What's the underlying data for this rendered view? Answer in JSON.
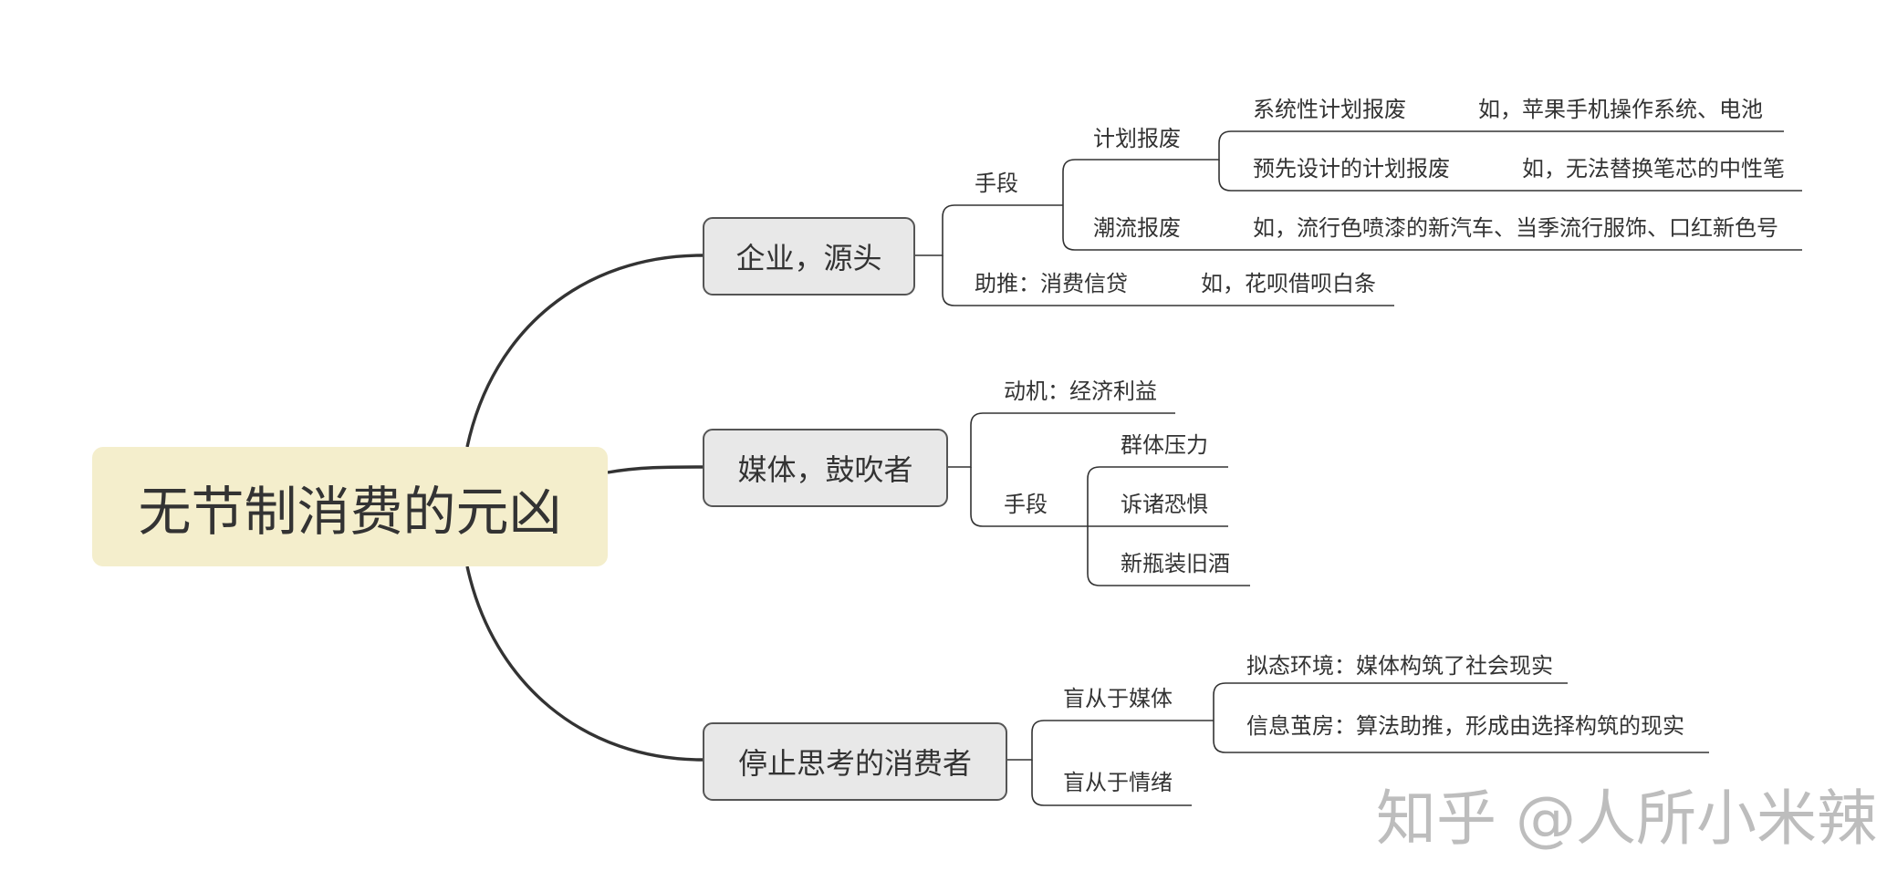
{
  "central_topic": "无节制消费的元凶",
  "branches": {
    "enterprise": {
      "label": "企业，源头",
      "means": "手段",
      "planned_obsolescence": "计划报废",
      "systematic": "系统性计划报废",
      "systematic_example": "如，苹果手机操作系统、电池",
      "predesigned": "预先设计的计划报废",
      "predesigned_example": "如，无法替换笔芯的中性笔",
      "trend_obsolescence": "潮流报废",
      "trend_example": "如，流行色喷漆的新汽车、当季流行服饰、口红新色号",
      "credit": "助推：消费信贷",
      "credit_example": "如，花呗借呗白条"
    },
    "media": {
      "label": "媒体，鼓吹者",
      "motive": "动机：经济利益",
      "means": "手段",
      "group_pressure": "群体压力",
      "fear": "诉诸恐惧",
      "new_bottle": "新瓶装旧酒"
    },
    "consumer": {
      "label": "停止思考的消费者",
      "follow_media": "盲从于媒体",
      "pseudo_env": "拟态环境：媒体构筑了社会现实",
      "echo_chamber": "信息茧房：算法助推，形成由选择构筑的现实",
      "follow_emotion": "盲从于情绪"
    }
  },
  "watermark": "知乎 @人所小米辣"
}
